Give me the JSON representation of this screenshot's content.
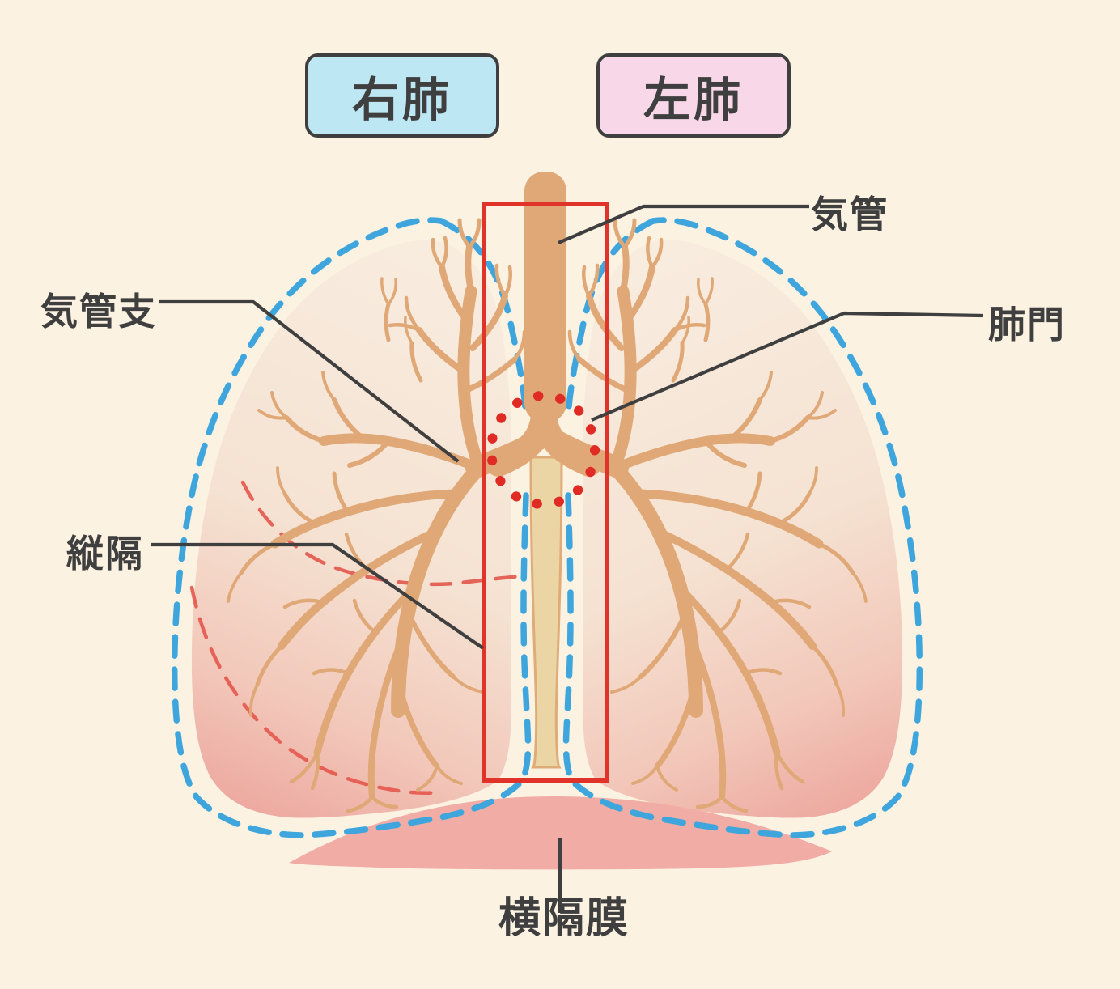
{
  "title_boxes": {
    "right_lung": {
      "label": "右肺"
    },
    "left_lung": {
      "label": "左肺"
    }
  },
  "annotations": {
    "trachea": {
      "label": "気管"
    },
    "hilum": {
      "label": "肺門"
    },
    "bronchus": {
      "label": "気管支"
    },
    "mediastinum": {
      "label": "縦隔"
    },
    "diaphragm": {
      "label": "横隔膜"
    }
  },
  "colors": {
    "background": "#FBF2E2",
    "line_dark": "#3F3F3F",
    "label_text": "#3F3F3F",
    "box_right_fill": "#BEE7F4",
    "box_left_fill": "#F8D8E8",
    "pleura_blue": "#3FA6DD",
    "bronchi_tan": "#E0A876",
    "esophagus_beige": "#EBD5A4",
    "esophagus_edge": "#DFAC79",
    "red_accent": "#E0342B",
    "hilum_dot_red": "#DF2B24",
    "fissure_red": "#E4574D",
    "diaphragm_pink": "#F1ACA5",
    "lung_light": "#F8ECDF",
    "lung_mid": "#F5E2D2",
    "lung_rose": "#F2C8BA",
    "lung_pink": "#EDA69E"
  }
}
